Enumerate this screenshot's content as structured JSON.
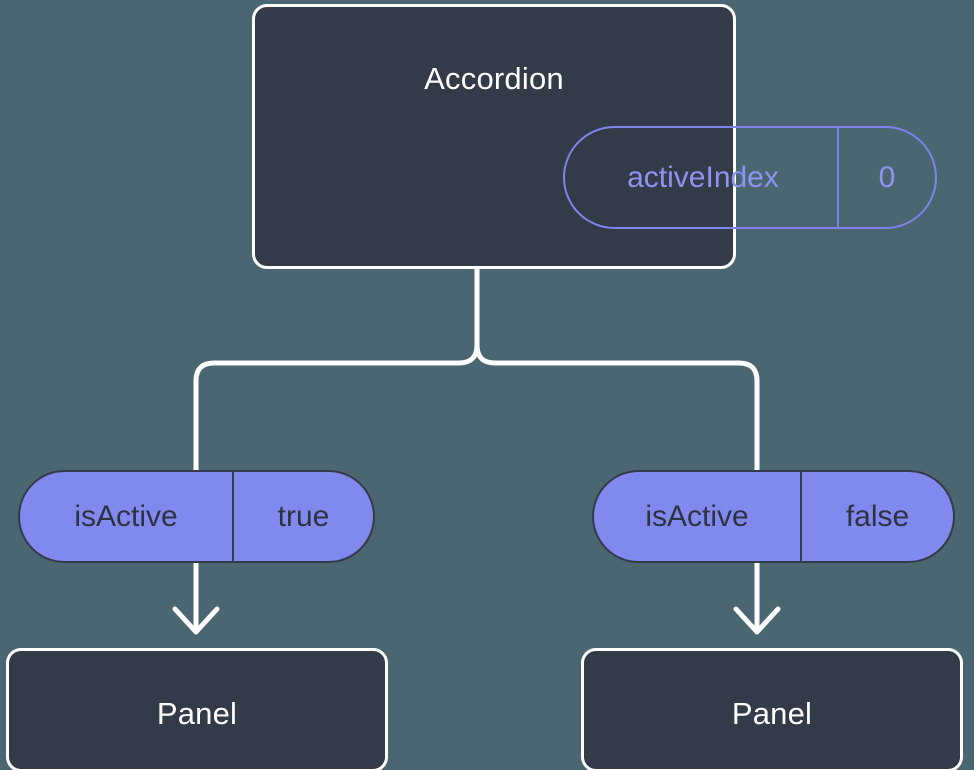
{
  "diagram": {
    "background_color": "#4a6670",
    "node_fill": "#333a48",
    "node_border": "#ffffff",
    "pill_fill": "#8189ef",
    "pill_outline_color": "#7f83ec",
    "pill_outline_text": "#8f93f2",
    "pill_filled_text": "#2d3441",
    "connector_color": "#ffffff"
  },
  "root": {
    "title": "Accordion",
    "state": {
      "key": "activeIndex",
      "value": "0"
    }
  },
  "branches": [
    {
      "prop": {
        "key": "isActive",
        "value": "true"
      },
      "child": {
        "title": "Panel"
      }
    },
    {
      "prop": {
        "key": "isActive",
        "value": "false"
      },
      "child": {
        "title": "Panel"
      }
    }
  ]
}
